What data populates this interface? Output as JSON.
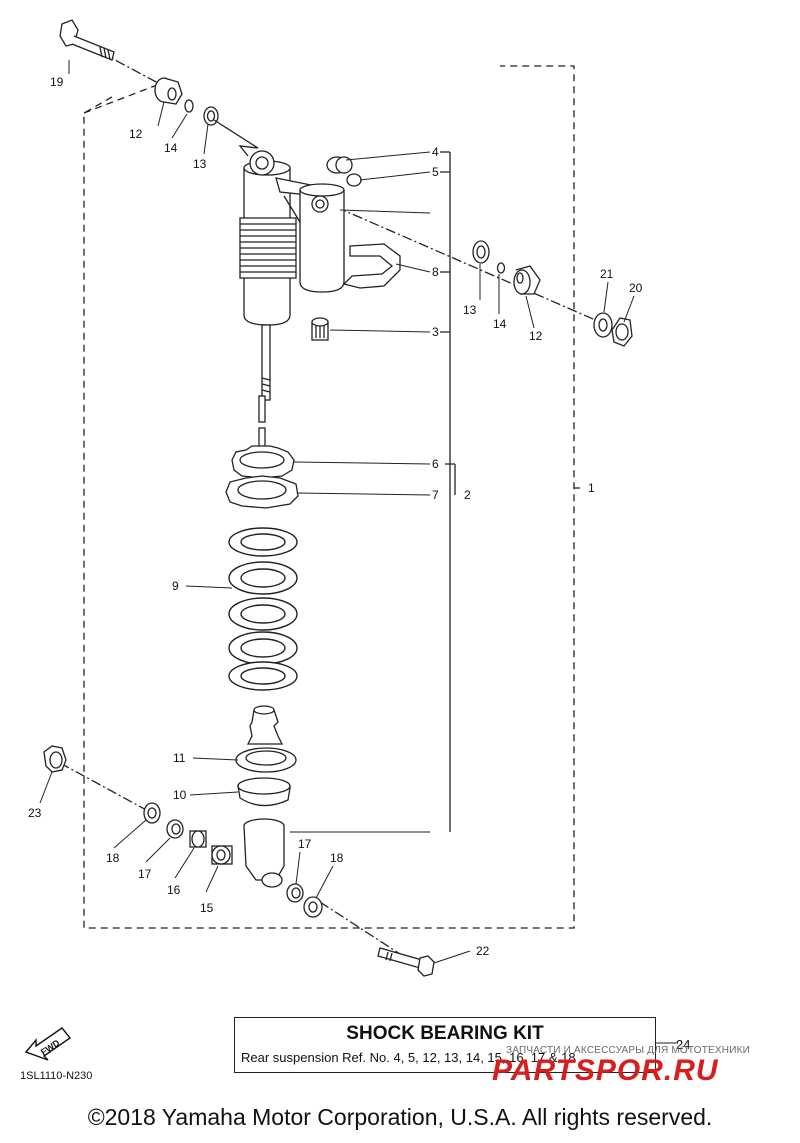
{
  "callouts": [
    "19",
    "12",
    "14",
    "13",
    "4",
    "5",
    "8",
    "3",
    "13",
    "14",
    "12",
    "21",
    "20",
    "6",
    "7",
    "2",
    "1",
    "9",
    "11",
    "10",
    "23",
    "18",
    "17",
    "16",
    "15",
    "17",
    "18",
    "22",
    "24"
  ],
  "kit": {
    "title": "SHOCK BEARING KIT",
    "subtitle": "Rear suspension Ref. No. 4, 5, 12, 13, 14, 15, 16, 17 & 18",
    "ref": "24"
  },
  "fwd_label": "FWD",
  "diagram_code": "1SL1110-N230",
  "watermark": {
    "small": "ЗАПЧАСТИ И АКСЕССУАРЫ ДЛЯ МОТОТЕХНИКИ",
    "big": "PARTSPOR.RU"
  },
  "copyright": "©2018 Yamaha Motor Corporation, U.S.A. All rights reserved."
}
